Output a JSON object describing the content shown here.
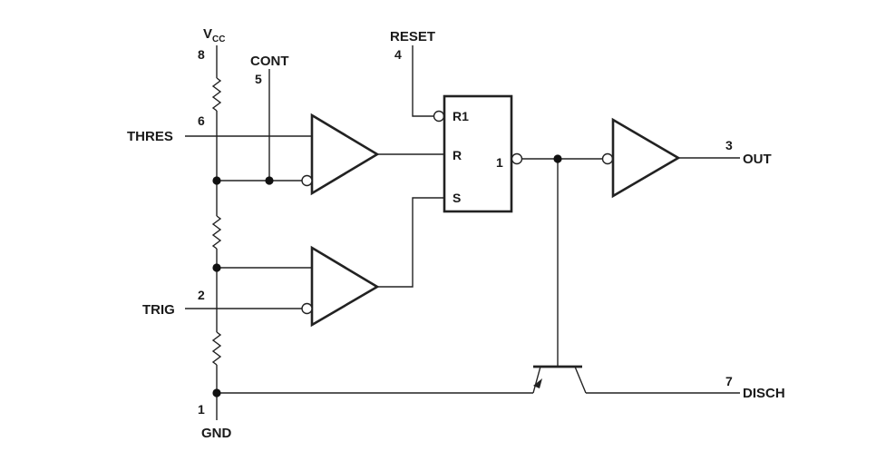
{
  "labels": {
    "vcc_main": "V",
    "vcc_sub": "CC",
    "cont": "CONT",
    "reset": "RESET",
    "thres": "THRES",
    "trig": "TRIG",
    "gnd": "GND",
    "out": "OUT",
    "disch": "DISCH"
  },
  "pins": {
    "vcc": "8",
    "cont": "5",
    "reset": "4",
    "thres": "6",
    "trig": "2",
    "gnd": "1",
    "out": "3",
    "disch": "7"
  },
  "flipflop": {
    "r1": "R1",
    "r": "R",
    "s": "S",
    "q": "1"
  },
  "colors": {
    "line": "#222222",
    "background": "#ffffff"
  }
}
